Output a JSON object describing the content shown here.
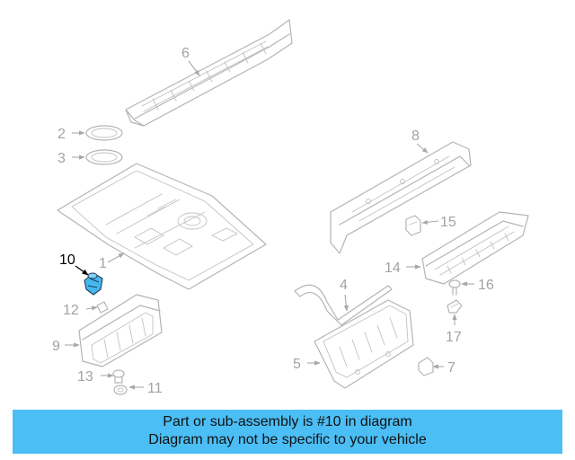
{
  "diagram": {
    "highlight_color": "#45b9ef",
    "callouts": [
      {
        "id": "1",
        "label": "1"
      },
      {
        "id": "2",
        "label": "2"
      },
      {
        "id": "3",
        "label": "3"
      },
      {
        "id": "4",
        "label": "4"
      },
      {
        "id": "5",
        "label": "5"
      },
      {
        "id": "6",
        "label": "6"
      },
      {
        "id": "7",
        "label": "7"
      },
      {
        "id": "8",
        "label": "8"
      },
      {
        "id": "9",
        "label": "9"
      },
      {
        "id": "10",
        "label": "10",
        "highlighted": true
      },
      {
        "id": "11",
        "label": "11"
      },
      {
        "id": "12",
        "label": "12"
      },
      {
        "id": "13",
        "label": "13"
      },
      {
        "id": "14",
        "label": "14"
      },
      {
        "id": "15",
        "label": "15"
      },
      {
        "id": "16",
        "label": "16"
      },
      {
        "id": "17",
        "label": "17"
      }
    ]
  },
  "banner": {
    "line1": "Part or sub-assembly is #10 in diagram",
    "line2": "Diagram may not be specific to your vehicle",
    "background": "#4bbef5"
  }
}
